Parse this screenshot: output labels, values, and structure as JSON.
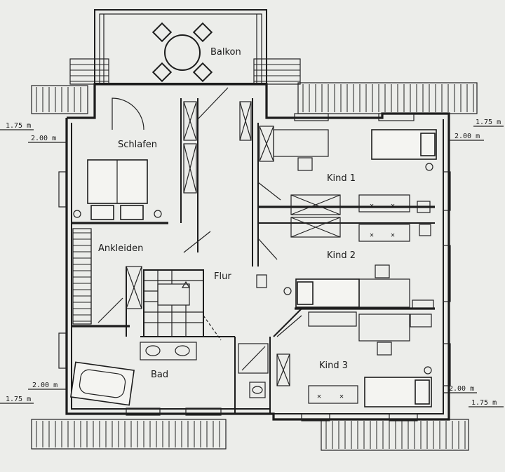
{
  "rooms": {
    "balkon": "Balkon",
    "schlafen": "Schlafen",
    "ankleiden": "Ankleiden",
    "flur": "Flur",
    "bad": "Bad",
    "kind1": "Kind 1",
    "kind2": "Kind 2",
    "kind3": "Kind 3"
  },
  "dimensions": {
    "top_left_outer": "1.75 m",
    "top_left_inner": "2.00 m",
    "top_right_outer": "1.75 m",
    "top_right_inner": "2.00 m",
    "bottom_left_inner": "2.00 m",
    "bottom_left_outer": "1.75 m",
    "bottom_right_inner": "2.00 m",
    "bottom_right_outer": "1.75 m"
  }
}
